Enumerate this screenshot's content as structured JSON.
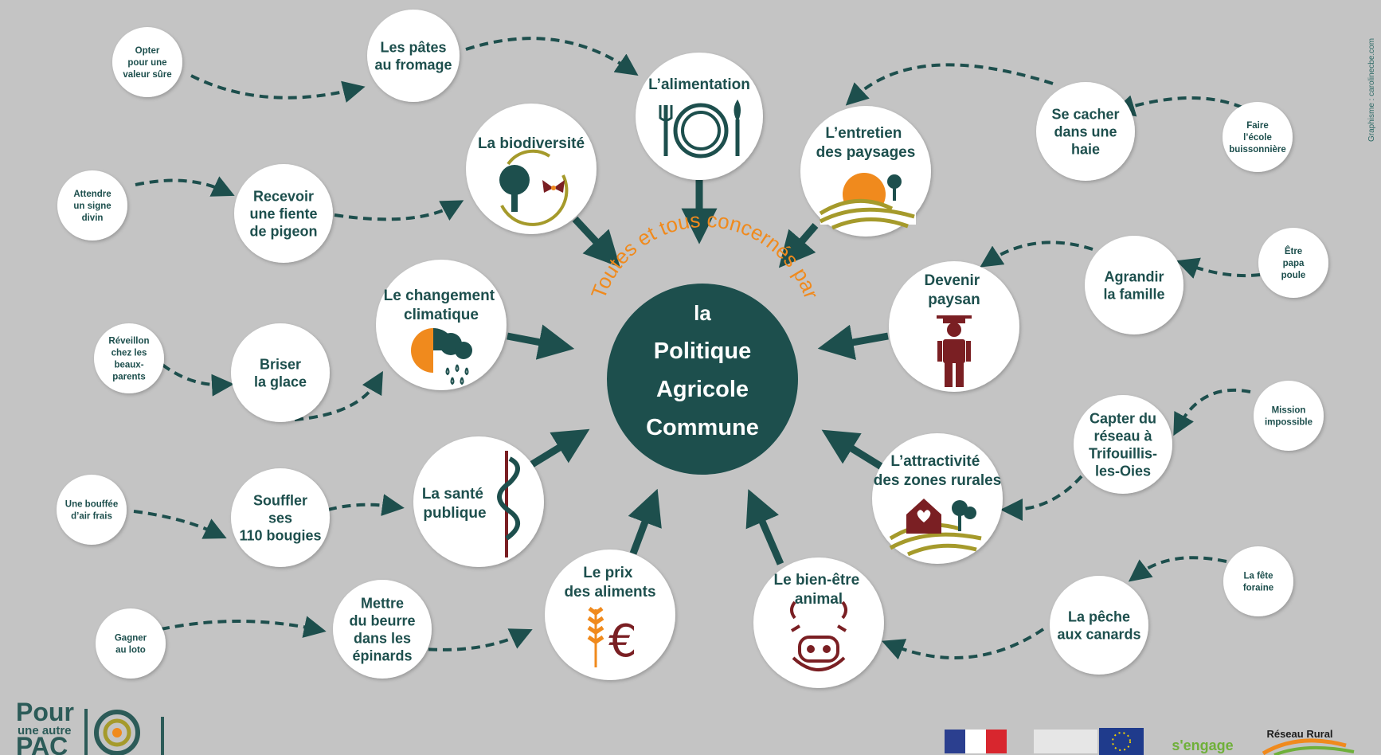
{
  "center": {
    "line1": "la",
    "line2": "Politique",
    "line3": "Agricole",
    "line4": "Commune",
    "arc_text": "Toutes et tous concernés par"
  },
  "themes": [
    {
      "id": "alimentation",
      "lines": [
        "L’alimentation"
      ],
      "icon": "plate-cutlery-icon"
    },
    {
      "id": "biodiversite",
      "lines": [
        "La biodiversité"
      ],
      "icon": "tree-butterfly-icon"
    },
    {
      "id": "paysages",
      "lines": [
        "L’entretien",
        "des paysages"
      ],
      "icon": "sunset-hills-icon"
    },
    {
      "id": "climat",
      "lines": [
        "Le changement",
        "climatique"
      ],
      "icon": "sun-rain-icon"
    },
    {
      "id": "paysan",
      "lines": [
        "Devenir",
        "paysan"
      ],
      "icon": "farmer-icon"
    },
    {
      "id": "sante",
      "lines": [
        "La santé",
        "publique"
      ],
      "icon": "caduceus-icon"
    },
    {
      "id": "rural",
      "lines": [
        "L’attractivité",
        "des zones rurales"
      ],
      "icon": "house-trees-icon"
    },
    {
      "id": "prix",
      "lines": [
        "Le prix",
        "des aliments"
      ],
      "icon": "wheat-euro-icon"
    },
    {
      "id": "bienetre",
      "lines": [
        "Le bien-être",
        "animal"
      ],
      "icon": "cow-icon"
    }
  ],
  "activities": [
    {
      "id": "pates",
      "lines": [
        "Les pâtes",
        "au fromage"
      ]
    },
    {
      "id": "fiente",
      "lines": [
        "Recevoir",
        "une fiente",
        "de pigeon"
      ]
    },
    {
      "id": "glace",
      "lines": [
        "Briser",
        "la glace"
      ]
    },
    {
      "id": "bougies",
      "lines": [
        "Souffler",
        "ses",
        "110 bougies"
      ]
    },
    {
      "id": "beurre",
      "lines": [
        "Mettre",
        "du beurre",
        "dans les",
        "épinards"
      ]
    },
    {
      "id": "haie",
      "lines": [
        "Se cacher",
        "dans une",
        "haie"
      ]
    },
    {
      "id": "famille",
      "lines": [
        "Agrandir",
        "la famille"
      ]
    },
    {
      "id": "reseau",
      "lines": [
        "Capter du",
        "réseau à",
        "Trifouillis-",
        "les-Oies"
      ]
    },
    {
      "id": "canards",
      "lines": [
        "La pêche",
        "aux canards"
      ]
    }
  ],
  "sources": [
    {
      "id": "valeur",
      "lines": [
        "Opter",
        "pour une",
        "valeur sûre"
      ]
    },
    {
      "id": "signe",
      "lines": [
        "Attendre",
        "un signe",
        "divin"
      ]
    },
    {
      "id": "reveillon",
      "lines": [
        "Réveillon",
        "chez les",
        "beaux-",
        "parents"
      ]
    },
    {
      "id": "bouffee",
      "lines": [
        "Une bouffée",
        "d’air frais"
      ]
    },
    {
      "id": "loto",
      "lines": [
        "Gagner",
        "au loto"
      ]
    },
    {
      "id": "ecole",
      "lines": [
        "Faire",
        "l’école",
        "buissonnière"
      ]
    },
    {
      "id": "papa",
      "lines": [
        "Être",
        "papa",
        "poule"
      ]
    },
    {
      "id": "mission",
      "lines": [
        "Mission",
        "impossible"
      ]
    },
    {
      "id": "fete",
      "lines": [
        "La fête",
        "foraine"
      ]
    }
  ],
  "credit": "Graphisme : carolinecbe.com",
  "logo": {
    "line1": "Pour",
    "line2": "une autre",
    "line3": "PAC"
  },
  "footer_logos": [
    {
      "id": "republique",
      "icon": "marianne-logo-icon"
    },
    {
      "id": "feader",
      "icon": "eu-flag-icon"
    },
    {
      "id": "leurope",
      "label": "s'engage",
      "icon": "europe-sengage-logo-icon"
    },
    {
      "id": "reseau-rural",
      "label": "Réseau Rural",
      "icon": "reseau-rural-logo-icon"
    }
  ],
  "colors": {
    "background": "#c4c4c4",
    "teal": "#1d4f4d",
    "orange": "#f08a1d",
    "olive": "#a59a2b",
    "brown": "#7a1f23",
    "white": "#ffffff"
  }
}
